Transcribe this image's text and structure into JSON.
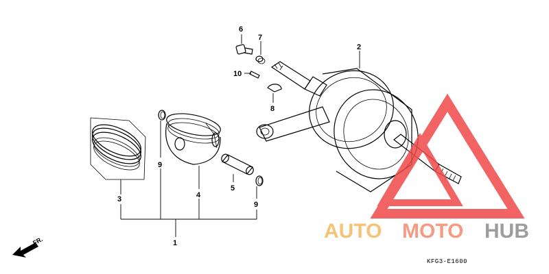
{
  "diagram": {
    "callouts": {
      "c1": "1",
      "c2": "2",
      "c3": "3",
      "c4": "4",
      "c5": "5",
      "c6": "6",
      "c7": "7",
      "c8": "8",
      "c9a": "9",
      "c9b": "9",
      "c10": "10"
    },
    "direction_label": "FR.",
    "drawing_code": "KFG3-E1600"
  },
  "watermark": {
    "word_auto": "AUTO",
    "word_moto": "MOTO",
    "word_hub": "HUB",
    "color_auto": "#f5b860",
    "color_moto": "#f28a6e",
    "color_hub": "#8c8c8c",
    "triangle_color": "#f04a4a"
  }
}
